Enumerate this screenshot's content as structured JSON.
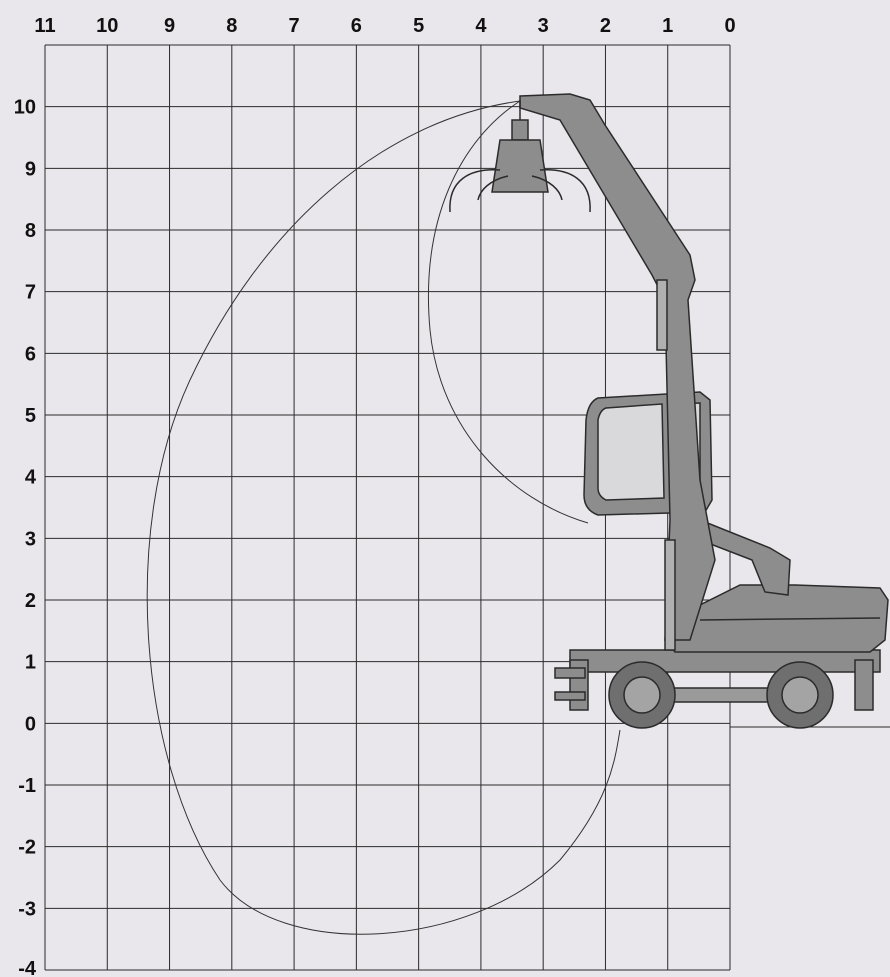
{
  "diagram": {
    "type": "working-range",
    "x_ticks": [
      "11",
      "10",
      "9",
      "8",
      "7",
      "6",
      "5",
      "4",
      "3",
      "2",
      "1",
      "0"
    ],
    "y_ticks": [
      "10",
      "9",
      "8",
      "7",
      "6",
      "5",
      "4",
      "3",
      "2",
      "1",
      "0",
      "-1",
      "-2",
      "-3",
      "-4"
    ],
    "x_range": [
      11,
      0
    ],
    "y_range": [
      -4,
      11
    ],
    "grid": true,
    "colors": {
      "background": "#e9e7ec",
      "grid": "#2a2a2a",
      "machine": "#8d8d8d",
      "cab_glass": "#d9d9dc",
      "reach_curve": "#333333"
    },
    "machine": "wheeled-material-handler-with-grab-icon"
  }
}
